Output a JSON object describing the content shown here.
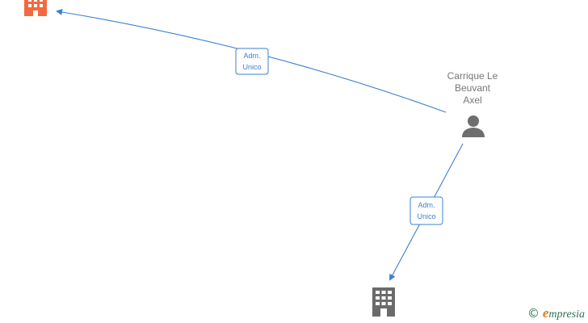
{
  "graph": {
    "edges": [
      {
        "from": "person",
        "to": "company_top",
        "label": [
          "Adm.",
          "Unico"
        ]
      },
      {
        "from": "person",
        "to": "company_bottom",
        "label": [
          "Adm.",
          "Unico"
        ]
      }
    ],
    "person": {
      "name_lines": [
        "Carrique Le",
        "Beuvant",
        "Axel"
      ],
      "icon": "person-icon"
    },
    "company_top": {
      "icon": "building-icon",
      "color": "#f26a3d"
    },
    "company_bottom": {
      "icon": "building-icon",
      "color": "#6b6b6b",
      "label": ""
    },
    "edge_color": "#3d7fd0"
  },
  "watermark": {
    "symbol": "©",
    "brand_first": "e",
    "brand_rest": "mpresia"
  }
}
